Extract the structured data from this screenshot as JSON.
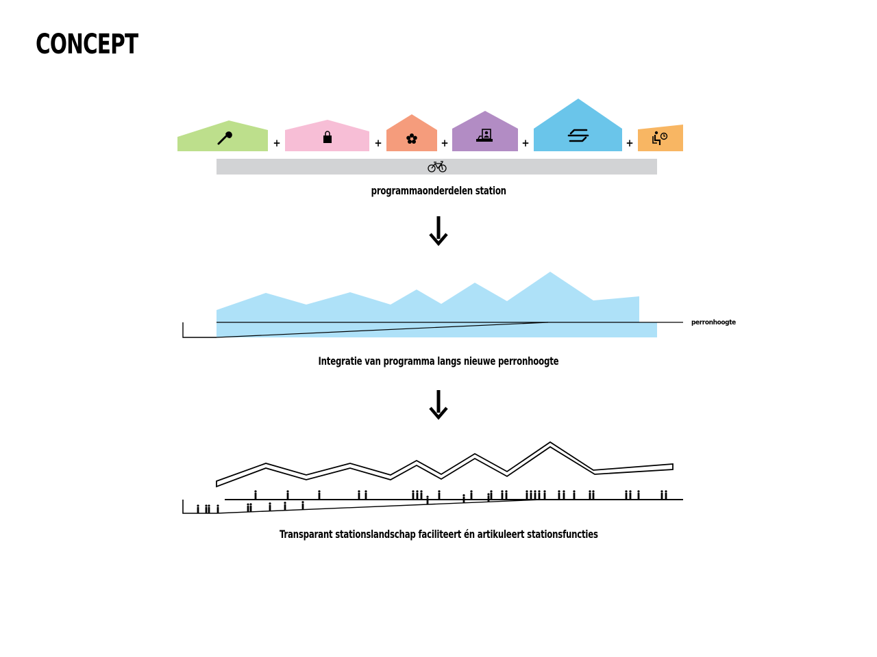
{
  "page": {
    "title": "CONCEPT"
  },
  "program": {
    "caption": "programmaonderdelen station",
    "separator": "+",
    "blocks": [
      {
        "name": "services",
        "icon": "wrench-icon",
        "color": "#bddf8c"
      },
      {
        "name": "shopping",
        "icon": "shopping-bag-icon",
        "color": "#f7bed6"
      },
      {
        "name": "florist",
        "icon": "flower-icon",
        "color": "#f59c7c"
      },
      {
        "name": "ticket-desk",
        "icon": "ticket-counter-icon",
        "color": "#b28cc4"
      },
      {
        "name": "train",
        "icon": "ns-train-logo-icon",
        "color": "#6ac5ea"
      },
      {
        "name": "waiting",
        "icon": "waiting-room-icon",
        "color": "#f8b663"
      }
    ],
    "bike_bar": {
      "icon": "bicycle-icon",
      "color": "#d2d3d5"
    }
  },
  "integration": {
    "caption": "Integratie van programma langs nieuwe perronhoogte",
    "level_label": "perronhoogte",
    "fill_color": "#aee1f8"
  },
  "landscape": {
    "caption": "Transparant stationslandschap faciliteert én artikuleert stationsfuncties"
  }
}
